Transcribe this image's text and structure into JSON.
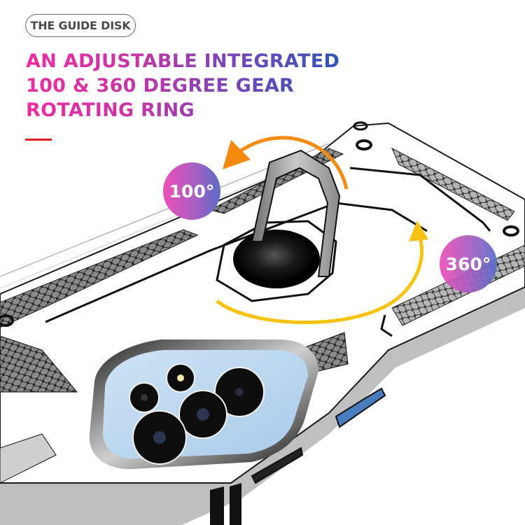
{
  "tag": {
    "label": "THE GUIDE DISK"
  },
  "headline": {
    "lines": [
      "AN ADJUSTABLE INTEGRATED",
      "100 & 360 DEGREE GEAR",
      "ROTATING RING"
    ],
    "gradient": [
      "#f02aa0",
      "#2d55b8"
    ]
  },
  "accent_bar_color": "#e02020",
  "badges": {
    "tilt": {
      "label": "100°"
    },
    "rotate": {
      "label": "360°"
    }
  },
  "arrows": {
    "tilt_color": "#f58a0c",
    "rotate_color": "#f7c210"
  },
  "product": {
    "case_color": "#ffffff",
    "grip_color": "#3a3a3a",
    "ring_color": "#a9a9a9",
    "disk_color": "#111111",
    "camera_glass_color": "#b8d6ef",
    "button_accent_color": "#4a7cc0"
  }
}
